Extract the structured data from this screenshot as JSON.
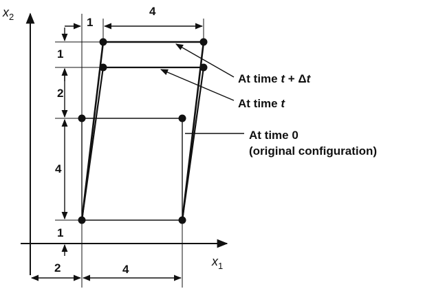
{
  "axes": {
    "x_label": "x",
    "x_sub": "1",
    "y_label": "x",
    "y_sub": "2"
  },
  "dimensions": {
    "top_offset": "1",
    "top_width": "4",
    "left_top_gap": "1",
    "left_mid_gap": "2",
    "left_height": "4",
    "left_bottom_gap": "1",
    "bottom_offset": "2",
    "bottom_width": "4"
  },
  "annotations": {
    "t_plus_dt_prefix": "At time ",
    "t_plus_dt_var": "t",
    "t_plus_dt_suffix": " + Δ",
    "t_plus_dt_var2": "t",
    "t_prefix": "At time ",
    "t_var": "t",
    "zero_line1": "At time 0",
    "zero_line2": "(original configuration)"
  },
  "configurations": {
    "time_0": {
      "corners": [
        [
          2,
          1
        ],
        [
          6,
          1
        ],
        [
          6,
          5
        ],
        [
          2,
          5
        ]
      ]
    },
    "time_t": {
      "corners": [
        [
          2,
          1
        ],
        [
          6,
          1
        ],
        [
          6.8,
          7
        ],
        [
          2.8,
          7
        ]
      ]
    },
    "time_t_plus_dt": {
      "corners": [
        [
          2,
          1
        ],
        [
          6,
          1
        ],
        [
          6.9,
          8
        ],
        [
          2.9,
          8
        ]
      ]
    }
  },
  "colors": {
    "ink": "#111111",
    "background": "#ffffff"
  }
}
